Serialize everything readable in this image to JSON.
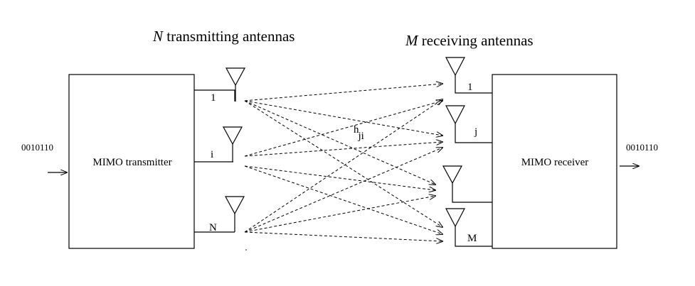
{
  "header": {
    "tx_title_var": "N",
    "tx_title_rest": " transmitting antennas",
    "rx_title_var": "M",
    "rx_title_rest": " receiving antennas"
  },
  "transmitter": {
    "label": "MIMO transmitter",
    "input_bits": "0010110",
    "antenna_labels": [
      "1",
      "i",
      "N"
    ]
  },
  "receiver": {
    "label": "MIMO receiver",
    "output_bits": "0010110",
    "antenna_labels": [
      "1",
      "j",
      "",
      "M"
    ]
  },
  "channel": {
    "label_main": "h",
    "label_sub": "ji"
  }
}
